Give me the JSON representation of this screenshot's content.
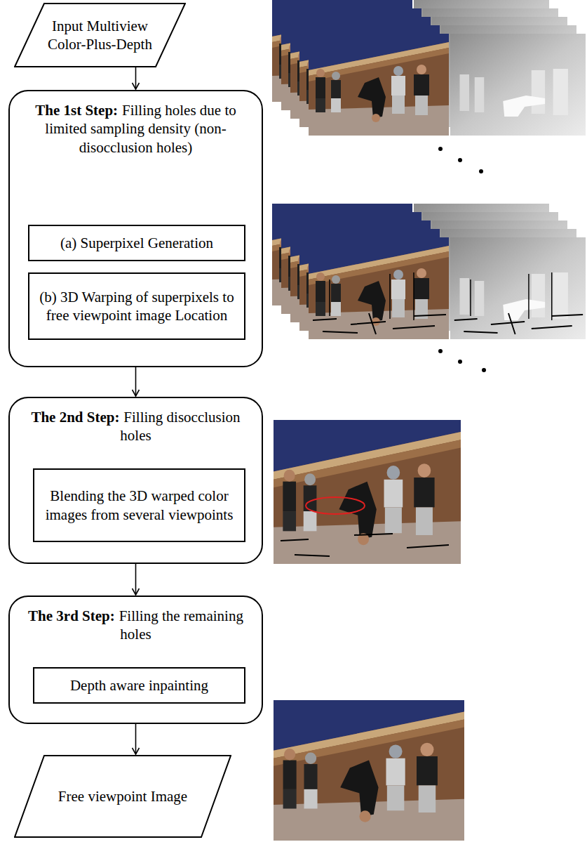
{
  "diagram": {
    "nodes": [
      {
        "text": [
          "Input Multiview Color-Plus-Depth"
        ]
      },
      {
        "text": [
          "The 1st Step:",
          "Filling holes due to limited sampling density (non-disocclusion holes)"
        ]
      },
      {
        "text": [
          "(a) Superpixel Generation"
        ],
        "in": 1
      },
      {
        "text": [
          "(b) 3D Warping of superpixels to free viewpoint image Location"
        ],
        "in": 1
      },
      {
        "text": [
          "The 2nd Step:",
          "Filling disocclusion holes"
        ]
      },
      {
        "text": [
          "Blending the 3D warped color images from several viewpoints"
        ],
        "in": 4
      },
      {
        "text": [
          "The 3rd Step:",
          "Filling  the remaining holes"
        ]
      },
      {
        "text": [
          "Depth aware inpainting"
        ],
        "in": 6
      },
      {
        "text": [
          "Free viewpoint Image"
        ]
      }
    ],
    "edges": [
      {
        "from": 0,
        "to": 1,
        "arrow": "to"
      },
      {
        "from": 1,
        "to": 4,
        "arrow": "to"
      },
      {
        "from": 4,
        "to": 6,
        "arrow": "to"
      },
      {
        "from": 6,
        "to": 8,
        "arrow": "to"
      }
    ]
  }
}
